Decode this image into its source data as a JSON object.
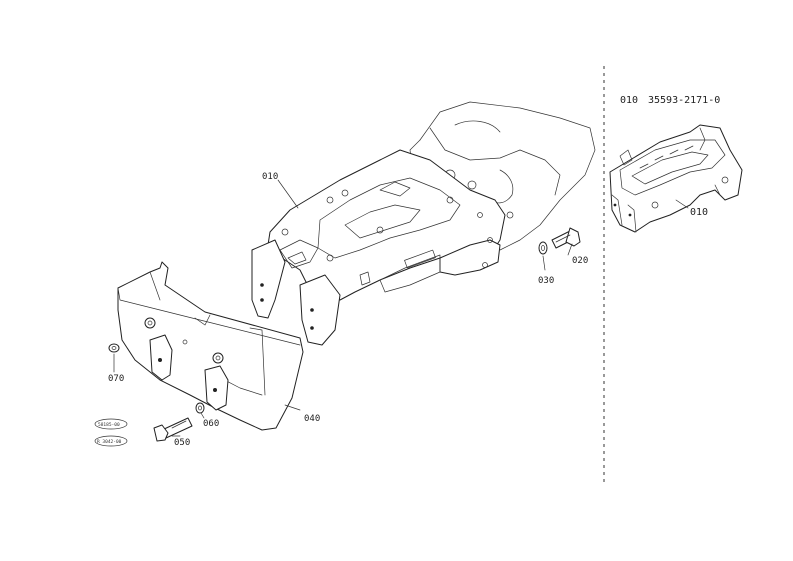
{
  "reference": {
    "part_no_label": "010",
    "part_code": "35593-2171-0",
    "inset_label": "010"
  },
  "callouts": {
    "c010": "010",
    "c020": "020",
    "c030": "030",
    "c040": "040",
    "c050": "050",
    "c060": "060",
    "c070": "070"
  },
  "stamps": {
    "stamp1": "58185-00",
    "stamp2": "R 3042-00"
  },
  "colors": {
    "line": "#222222",
    "background": "#ffffff"
  }
}
